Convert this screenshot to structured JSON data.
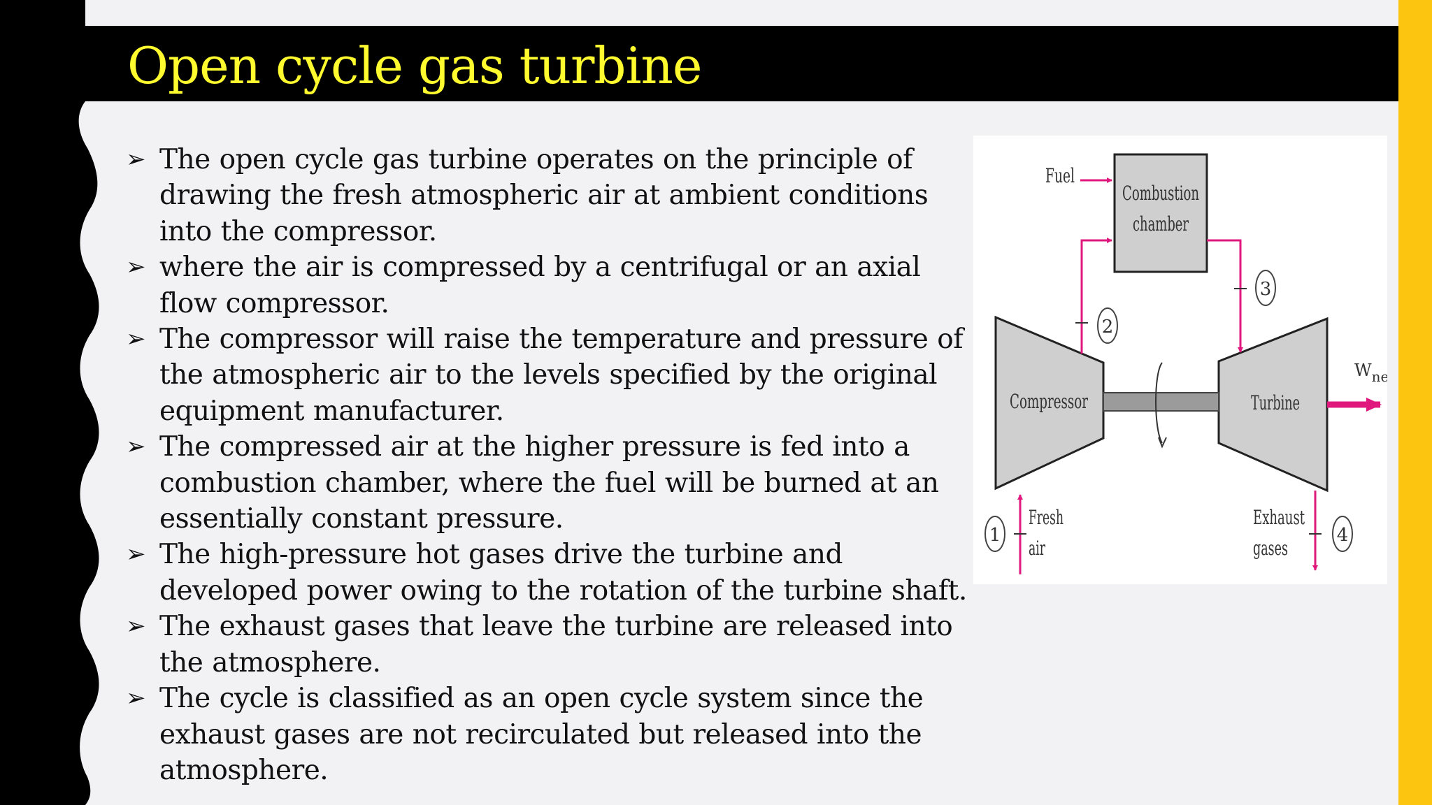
{
  "slide": {
    "title": "Open cycle gas turbine",
    "colors": {
      "title": "#fffb2e",
      "title_bar": "#000000",
      "accent": "#fcc610",
      "arrow": "#e0187e",
      "background": "#f2f1f3"
    },
    "bullet_icon": "arrow-bullet-icon",
    "bullets": [
      "The open cycle gas turbine operates on the principle of drawing the fresh atmospheric air at ambient conditions into the compressor.",
      "where the air is compressed by a centrifugal or an axial flow compressor.",
      "The compressor will raise the temperature and pressure of the atmospheric air to the levels specified by the original equipment manufacturer.",
      "The compressed air at the higher pressure is fed into a combustion chamber, where the fuel will be burned at an essentially constant pressure.",
      "The high-pressure hot gases drive the turbine and developed power owing to the rotation of the turbine shaft.",
      "The exhaust gases that leave the turbine are released into the atmosphere.",
      "The cycle is classified as an open cycle system since the exhaust gases are not recirculated but released into the atmosphere."
    ]
  },
  "diagram": {
    "fuel": "Fuel",
    "combustion_line1": "Combustion",
    "combustion_line2": "chamber",
    "compressor": "Compressor",
    "turbine": "Turbine",
    "wnet_w": "W",
    "wnet_sub": "net",
    "fresh_line1": "Fresh",
    "fresh_line2": "air",
    "exhaust_line1": "Exhaust",
    "exhaust_line2": "gases",
    "state1": "1",
    "state2": "2",
    "state3": "3",
    "state4": "4"
  }
}
